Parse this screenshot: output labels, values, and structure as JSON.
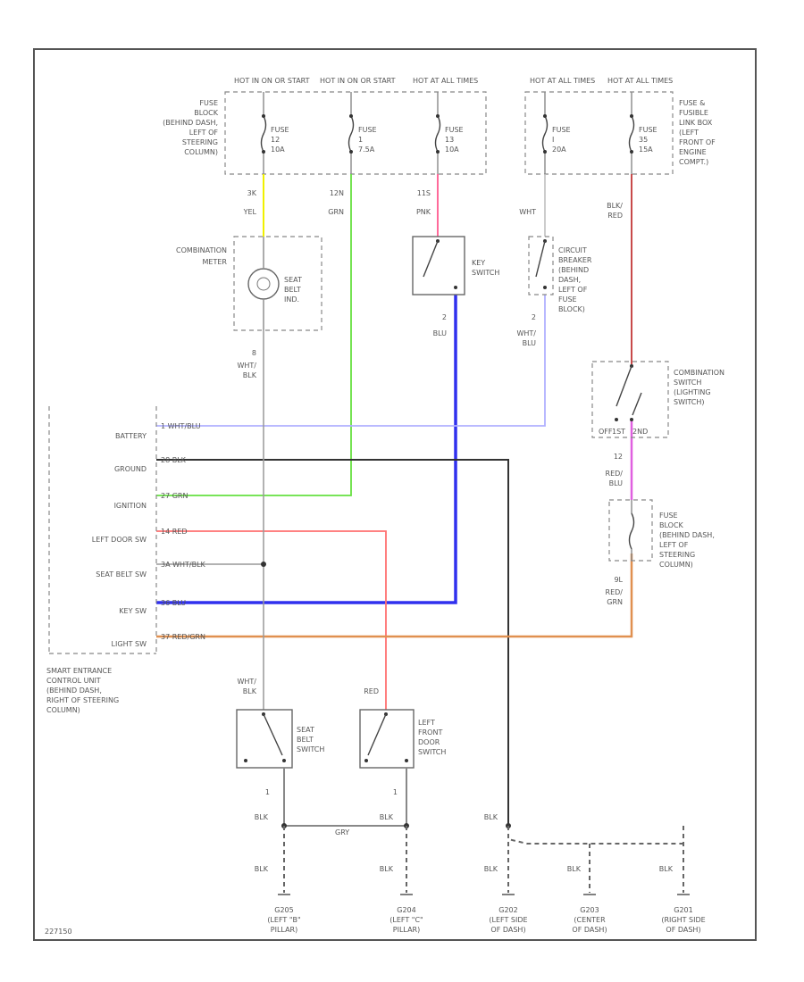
{
  "colors": {
    "yellow": "#f0f000",
    "green": "#66e040",
    "pink": "#ff6a9a",
    "blue": "#3030ee",
    "lightblue": "#b0b0ff",
    "black": "#333333",
    "red": "#ff7070",
    "orange": "#e09050",
    "gray": "#999999",
    "darkred": "#c84a4a",
    "magenta": "#e060e0"
  },
  "fuse_block": {
    "hot1": "HOT IN ON OR START",
    "hot2": "HOT IN ON OR START",
    "hot3": "HOT AT ALL TIMES",
    "label": [
      "FUSE",
      "BLOCK",
      "(BEHIND DASH,",
      "LEFT OF",
      "STEERING",
      "COLUMN)"
    ],
    "fuse1": [
      "FUSE",
      "12",
      "10A"
    ],
    "fuse2": [
      "FUSE",
      "1",
      "7.5A"
    ],
    "fuse3": [
      "FUSE",
      "13",
      "10A"
    ]
  },
  "fusible_link": {
    "hot1": "HOT AT ALL TIMES",
    "hot2": "HOT AT ALL TIMES",
    "label": [
      "FUSE &",
      "FUSIBLE",
      "LINK BOX",
      "(LEFT",
      "FRONT OF",
      "ENGINE",
      "COMPT.)"
    ],
    "fuse1": [
      "FUSE",
      "I",
      "20A"
    ],
    "fuse2": [
      "FUSE",
      "35",
      "15A"
    ]
  },
  "wires": {
    "yel": [
      "3K",
      "YEL"
    ],
    "grn": [
      "12N",
      "GRN"
    ],
    "pnk": [
      "11S",
      "PNK"
    ],
    "wht": [
      "WHT"
    ],
    "blkred": [
      "BLK/",
      "RED"
    ],
    "whtblk": [
      "8",
      "WHT/",
      "BLK"
    ],
    "blu": [
      "2",
      "BLU"
    ],
    "whtblu": [
      "2",
      "WHT/",
      "BLU"
    ],
    "redblu": [
      "12",
      "RED/",
      "BLU"
    ],
    "redgrn": [
      "9L",
      "RED/",
      "GRN"
    ],
    "whtblk2": [
      "WHT/",
      "BLK"
    ],
    "red2": [
      "RED"
    ]
  },
  "components": {
    "meter": [
      "COMBINATION",
      "METER"
    ],
    "seatbelt_ind": [
      "SEAT",
      "BELT",
      "IND."
    ],
    "key_switch": [
      "KEY",
      "SWITCH"
    ],
    "breaker": [
      "CIRCUIT",
      "BREAKER",
      "(BEHIND",
      "DASH,",
      "LEFT OF",
      "FUSE",
      "BLOCK)"
    ],
    "comb_switch": [
      "COMBINATION",
      "SWITCH",
      "(LIGHTING",
      "SWITCH)"
    ],
    "comb_off": "OFF",
    "comb_1st": "1ST",
    "comb_2nd": "2ND",
    "fuse_block2": [
      "FUSE",
      "BLOCK",
      "(BEHIND DASH,",
      "LEFT OF",
      "STEERING",
      "COLUMN)"
    ],
    "seatbelt_sw": [
      "SEAT",
      "BELT",
      "SWITCH"
    ],
    "door_sw": [
      "LEFT",
      "FRONT",
      "DOOR",
      "SWITCH"
    ],
    "pin1": "1",
    "pin2": "2"
  },
  "control_unit": {
    "pins": [
      {
        "label": "BATTERY",
        "wire": "1 WHT/BLU"
      },
      {
        "label": "GROUND",
        "wire": "28 BLK"
      },
      {
        "label": "IGNITION",
        "wire": "27 GRN"
      },
      {
        "label": "LEFT DOOR SW",
        "wire": "14 RED"
      },
      {
        "label": "SEAT BELT SW",
        "wire": "3A WHT/BLK"
      },
      {
        "label": "KEY SW",
        "wire": "36 BLU"
      },
      {
        "label": "LIGHT SW",
        "wire": "37 RED/GRN"
      }
    ],
    "name": [
      "SMART ENTRANCE",
      "CONTROL UNIT",
      "(BEHIND DASH,",
      "RIGHT OF STEERING",
      "COLUMN)"
    ]
  },
  "grounds": {
    "blk": "BLK",
    "gry": "GRY",
    "g1": [
      "G205",
      "(LEFT \"B\"",
      "PILLAR)"
    ],
    "g2": [
      "G204",
      "(LEFT \"C\"",
      "PILLAR)"
    ],
    "g3": [
      "G202",
      "(LEFT SIDE",
      "OF DASH)"
    ],
    "g4": [
      "G203",
      "(CENTER",
      "OF DASH)"
    ],
    "g5": [
      "G201",
      "(RIGHT SIDE",
      "OF DASH)"
    ]
  },
  "footer": "227150"
}
